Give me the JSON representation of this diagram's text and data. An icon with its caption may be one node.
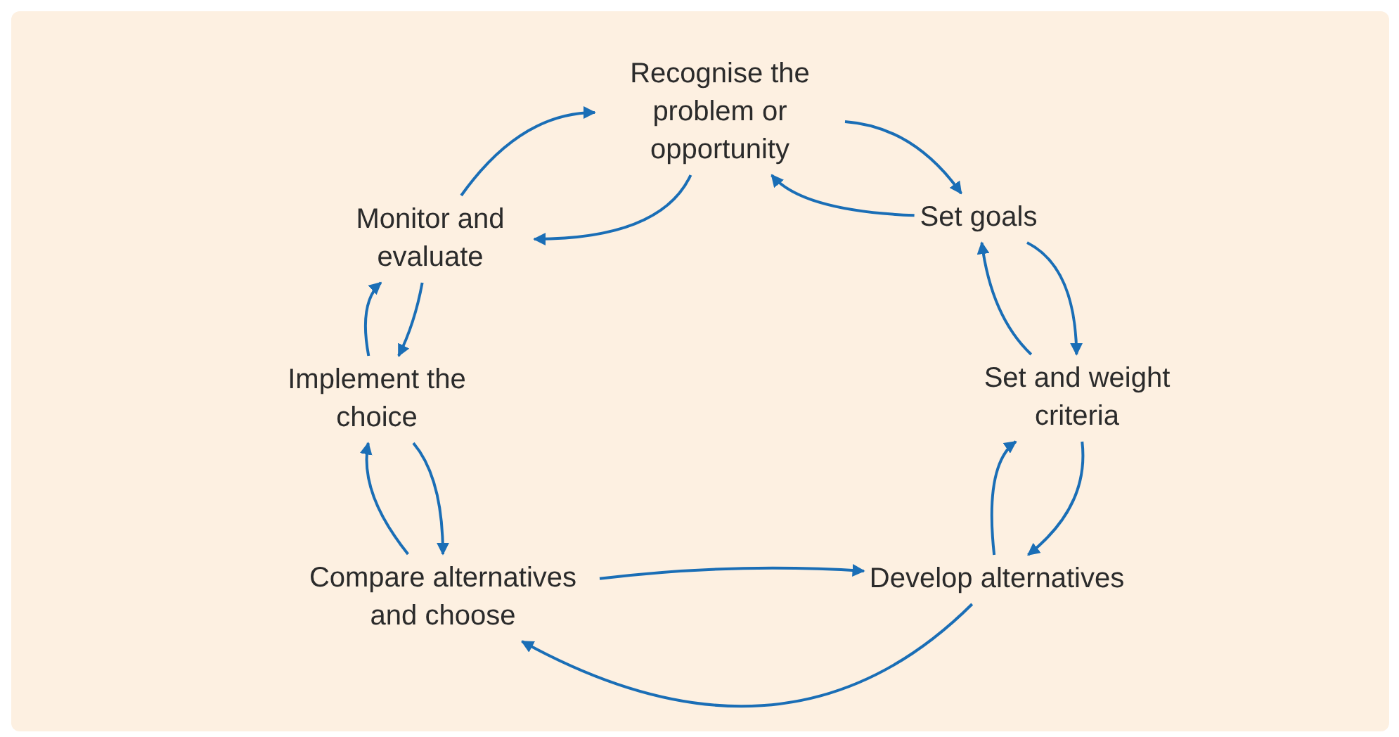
{
  "diagram": {
    "nodes": [
      {
        "text": [
          "Recognise the problem or opportunity"
        ]
      },
      {
        "text": [
          "Set goals"
        ]
      },
      {
        "text": [
          "Set and weight criteria"
        ]
      },
      {
        "text": [
          "Develop alternatives"
        ]
      },
      {
        "text": [
          "Compare alternatives and choose"
        ]
      },
      {
        "text": [
          "Implement the choice"
        ]
      },
      {
        "text": [
          "Monitor and evaluate"
        ]
      }
    ],
    "edges": [
      {
        "from": 0,
        "to": 1,
        "arrow": "to"
      },
      {
        "from": 1,
        "to": 0,
        "arrow": "to"
      },
      {
        "from": 1,
        "to": 2,
        "arrow": "to"
      },
      {
        "from": 2,
        "to": 1,
        "arrow": "to"
      },
      {
        "from": 2,
        "to": 3,
        "arrow": "to"
      },
      {
        "from": 3,
        "to": 2,
        "arrow": "to"
      },
      {
        "from": 4,
        "to": 3,
        "arrow": "to"
      },
      {
        "from": 3,
        "to": 4,
        "arrow": "to"
      },
      {
        "from": 5,
        "to": 4,
        "arrow": "to"
      },
      {
        "from": 4,
        "to": 5,
        "arrow": "to"
      },
      {
        "from": 5,
        "to": 6,
        "arrow": "to"
      },
      {
        "from": 6,
        "to": 5,
        "arrow": "to"
      },
      {
        "from": 6,
        "to": 0,
        "arrow": "to"
      },
      {
        "from": 0,
        "to": 6,
        "arrow": "to"
      }
    ]
  }
}
